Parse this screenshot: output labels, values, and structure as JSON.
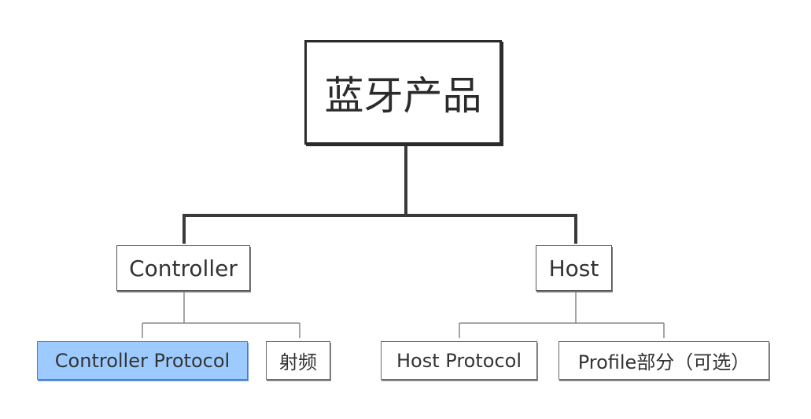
{
  "root": {
    "label": "蓝牙产品"
  },
  "children": [
    {
      "label": "Controller",
      "children": [
        {
          "label": "Controller Protocol",
          "highlighted": true
        },
        {
          "label": "射频"
        }
      ]
    },
    {
      "label": "Host",
      "children": [
        {
          "label": "Host Protocol"
        },
        {
          "label": "Profile部分（可选）"
        }
      ]
    }
  ],
  "colors": {
    "line": "#2b2b2b",
    "highlight_fill": "#9ecbff",
    "highlight_border": "#3f7fd6"
  }
}
